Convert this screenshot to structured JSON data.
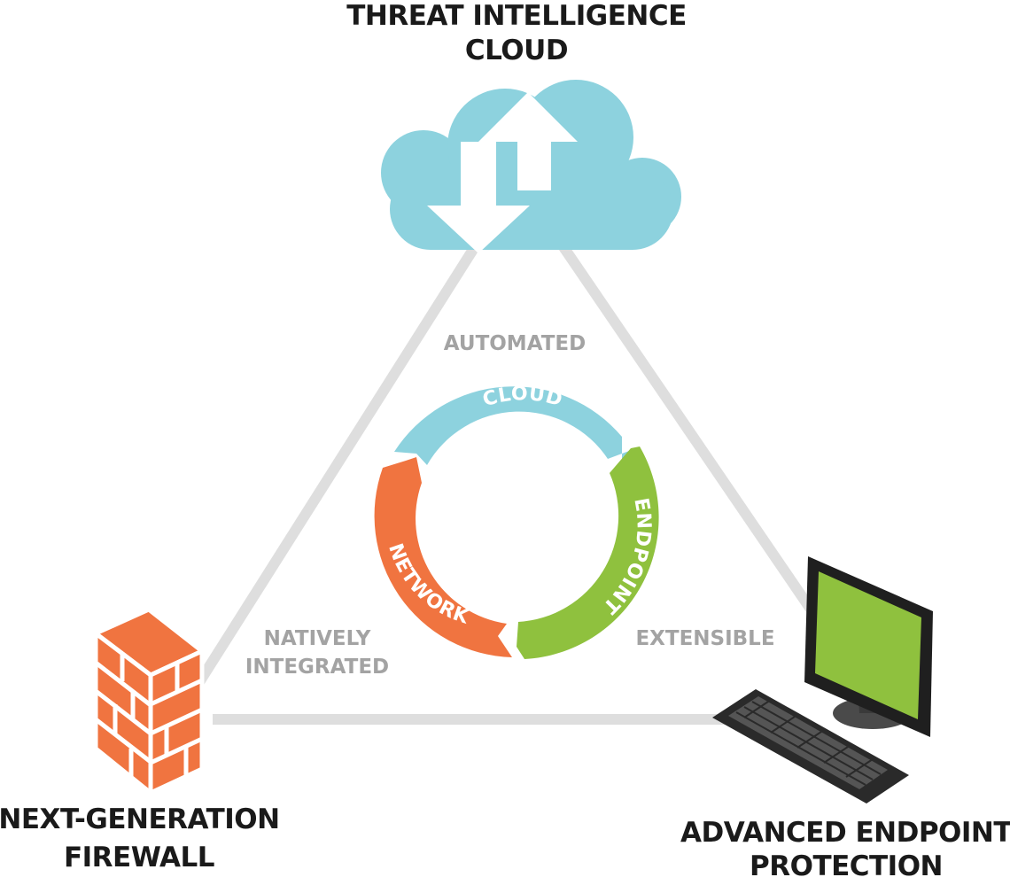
{
  "nodes": {
    "cloud": {
      "title_line1": "THREAT INTELLIGENCE",
      "title_line2": "CLOUD"
    },
    "firewall": {
      "title_line1": "NEXT-GENERATION",
      "title_line2": "FIREWALL"
    },
    "endpoint": {
      "title_line1": "ADVANCED ENDPOINT",
      "title_line2": "PROTECTION"
    }
  },
  "edges": {
    "top": "AUTOMATED",
    "left_line1": "NATIVELY",
    "left_line2": "INTEGRATED",
    "right": "EXTENSIBLE"
  },
  "ring": {
    "cloud": "CLOUD",
    "endpoint": "ENDPOINT",
    "network": "NETWORK"
  },
  "colors": {
    "cloud_blue": "#8dd2de",
    "network_orange": "#f07440",
    "endpoint_green": "#8fc13e",
    "connector_gray": "#dedede",
    "label_gray": "#a3a3a3",
    "monitor_screen": "#8fc13e"
  },
  "icons": {
    "cloud": "cloud-sync-icon",
    "firewall": "brick-wall-icon",
    "endpoint": "desktop-computer-icon"
  }
}
